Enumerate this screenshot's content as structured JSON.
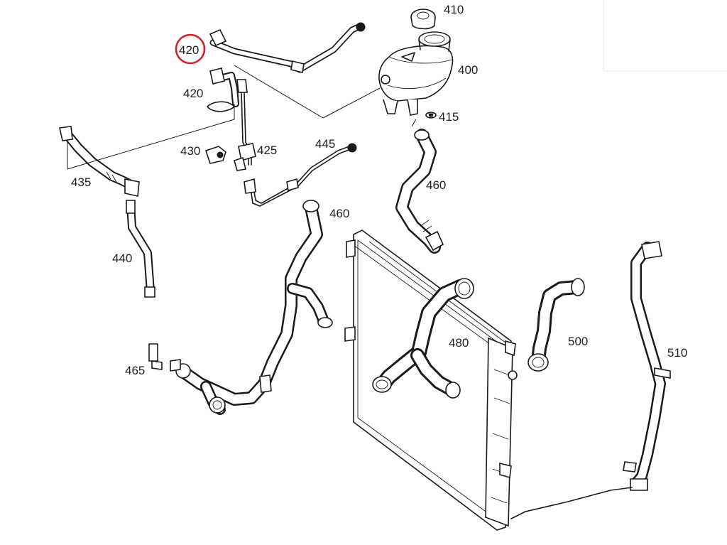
{
  "diagram": {
    "callouts": [
      {
        "id": "410",
        "text": "410"
      },
      {
        "id": "420a",
        "text": "420"
      },
      {
        "id": "400",
        "text": "400"
      },
      {
        "id": "420b",
        "text": "420"
      },
      {
        "id": "415",
        "text": "415"
      },
      {
        "id": "430",
        "text": "430"
      },
      {
        "id": "425",
        "text": "425"
      },
      {
        "id": "445",
        "text": "445"
      },
      {
        "id": "435",
        "text": "435"
      },
      {
        "id": "460a",
        "text": "460"
      },
      {
        "id": "460b",
        "text": "460"
      },
      {
        "id": "440",
        "text": "440"
      },
      {
        "id": "480",
        "text": "480"
      },
      {
        "id": "500",
        "text": "500"
      },
      {
        "id": "510",
        "text": "510"
      },
      {
        "id": "465",
        "text": "465"
      }
    ],
    "highlight": {
      "target": "420a",
      "color": "#d42027"
    }
  }
}
